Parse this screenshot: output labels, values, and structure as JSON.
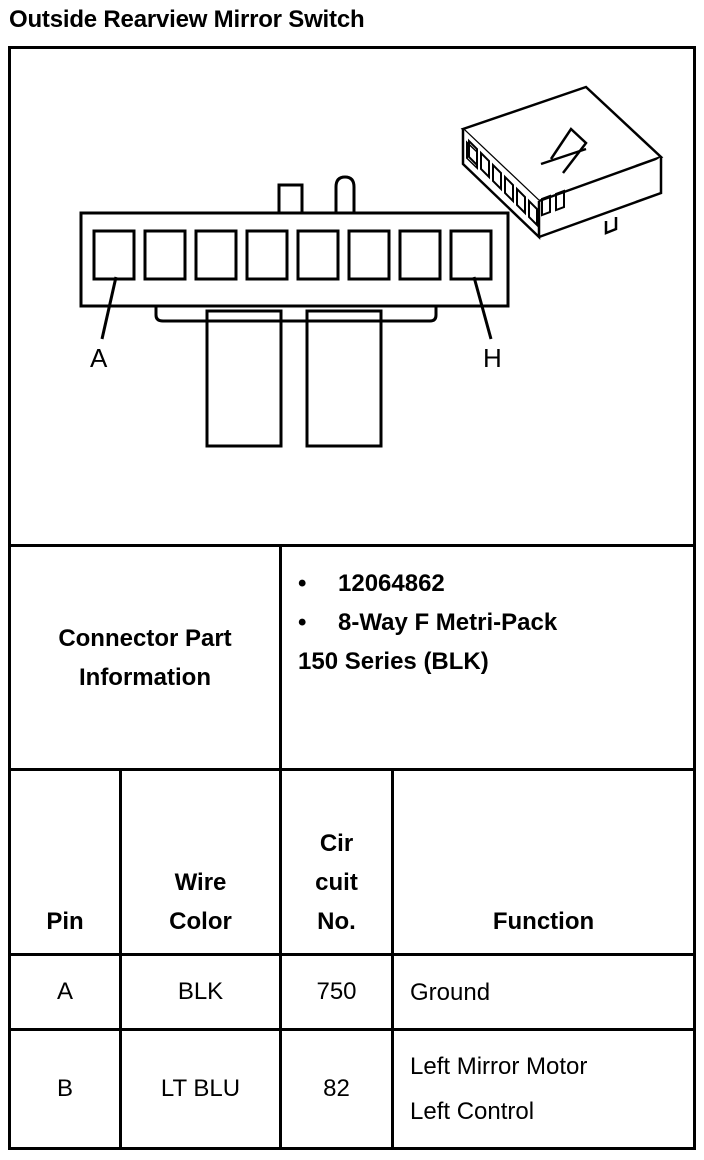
{
  "title": "Outside Rearview Mirror Switch",
  "diagram": {
    "pin_label_left": "A",
    "pin_label_right": "H",
    "icons": [
      "connector-front-view-icon",
      "connector-isometric-icon"
    ]
  },
  "connector_info": {
    "label_line1": "Connector Part",
    "label_line2": "Information",
    "bullets": [
      "12064862",
      "8-Way F Metri-Pack"
    ],
    "continuation": "150 Series (BLK)",
    "bullet_glyph": "•"
  },
  "table": {
    "headers": {
      "pin": "Pin",
      "wire_color": [
        "Wire",
        "Color"
      ],
      "circuit": [
        "Cir",
        "cuit",
        "No."
      ],
      "function": "Function"
    },
    "rows": [
      {
        "pin": "A",
        "wire_color": "BLK",
        "circuit": "750",
        "function": [
          "Ground"
        ]
      },
      {
        "pin": "B",
        "wire_color": "LT BLU",
        "circuit": "82",
        "function": [
          "Left Mirror Motor",
          "Left Control"
        ]
      }
    ]
  }
}
